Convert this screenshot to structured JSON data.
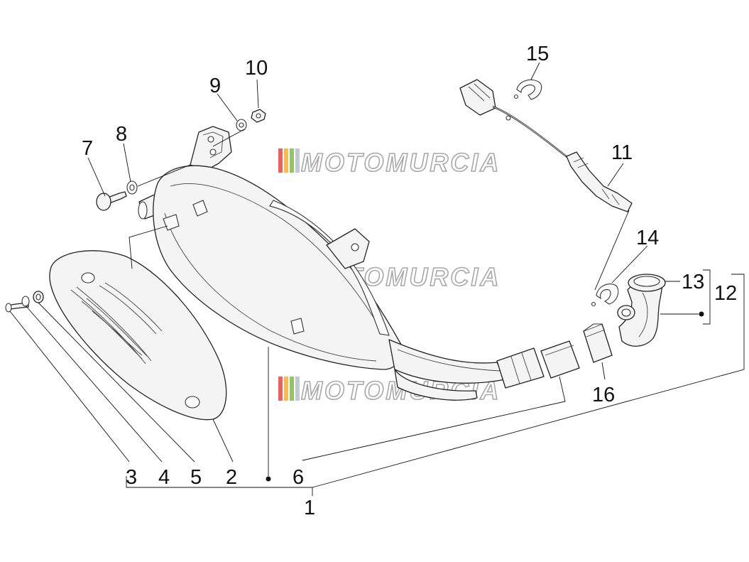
{
  "watermark": {
    "text": "MOTOMURCIA",
    "stripe_colors": [
      "#e53935",
      "#f9a825",
      "#7cb342",
      "#b0bec5"
    ]
  },
  "callouts": {
    "c1": "1",
    "c2": "2",
    "c3": "3",
    "c4": "4",
    "c5": "5",
    "c6": "6",
    "c7": "7",
    "c8": "8",
    "c9": "9",
    "c10": "10",
    "c11": "11",
    "c12": "12",
    "c13": "13",
    "c14": "14",
    "c15": "15",
    "c16": "16"
  }
}
